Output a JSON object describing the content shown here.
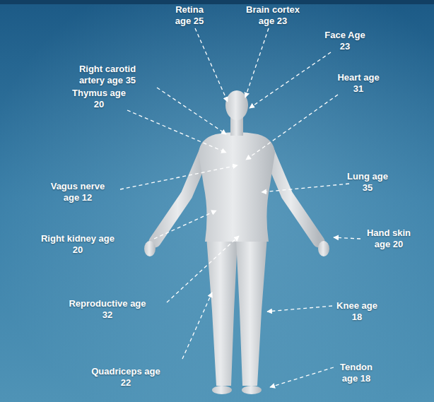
{
  "diagram": {
    "labels": [
      "Retina age 25",
      "Brain cortex age 23",
      "Face Age 23",
      "Right carotid artery age 35",
      "Heart age 31",
      "Thymus age 20",
      "Lung age 35",
      "Vagus nerve age 12",
      "Hand skin age 20",
      "Right kidney age 20",
      "Knee age 18",
      "Reproductive age 32",
      "Quadriceps age 22",
      "Tendon age 18"
    ]
  }
}
